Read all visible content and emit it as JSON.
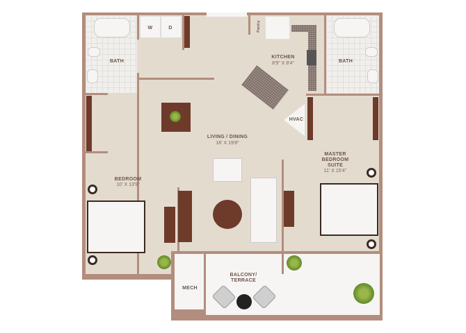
{
  "rooms": {
    "bath_left": {
      "name": "BATH"
    },
    "washer": "W",
    "dryer": "D",
    "pantry": "Pantry",
    "kitchen": {
      "name": "KITCHEN",
      "size": "8'9\" X 8'4\""
    },
    "bath_right": {
      "name": "BATH"
    },
    "hvac": "HVAC",
    "living": {
      "name": "LIVING / DINING",
      "size": "16' X 19'8\""
    },
    "master": {
      "name_1": "MASTER",
      "name_2": "BEDROOM",
      "name_3": "SUITE",
      "size": "11' X 15'4\""
    },
    "bedroom": {
      "name": "BEDROOM",
      "size": "10' X 13'9\""
    },
    "mech": "MECH",
    "balcony": {
      "name_1": "BALCONY/",
      "name_2": "TERRACE"
    }
  },
  "colors": {
    "wall": "#b38d7d",
    "floor": "#e4dbcf",
    "wood": "#6e3a2a"
  }
}
